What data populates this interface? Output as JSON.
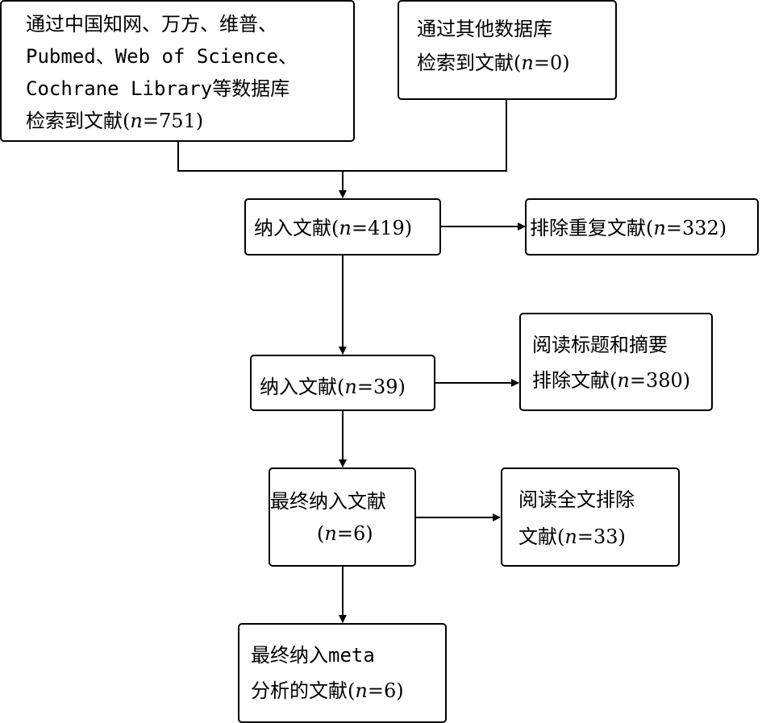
{
  "boxes": {
    "search_db": {
      "line1": "通过中国知网、万方、维普、",
      "line2": "Pubmed、Web of Science、",
      "line3": "Cochrane Library等数据库",
      "line4_prefix": "检索到文献(",
      "n_var": "n",
      "line4_suffix": "=751)"
    },
    "other_db": {
      "line1": "通过其他数据库",
      "line2_prefix": "检索到文献(",
      "n_var": "n",
      "line2_suffix": "=0)"
    },
    "included_1": {
      "prefix": "纳入文献(",
      "n_var": "n",
      "suffix": "=419)"
    },
    "excluded_dup": {
      "prefix": "排除重复文献(",
      "n_var": "n",
      "suffix": "=332)"
    },
    "included_2": {
      "prefix": "纳入文献(",
      "n_var": "n",
      "suffix": "=39)"
    },
    "excluded_title": {
      "line1": "阅读标题和摘要",
      "line2_prefix": "排除文献(",
      "n_var": "n",
      "line2_suffix": "=380)"
    },
    "final_included": {
      "line1": "最终纳入文献",
      "line2_prefix": "(",
      "n_var": "n",
      "line2_suffix": "=6)"
    },
    "excluded_fulltext": {
      "line1": "阅读全文排除",
      "line2_prefix": "文献(",
      "n_var": "n",
      "line2_suffix": "=33)"
    },
    "meta_included": {
      "line1_prefix": "最终纳入",
      "line1_meta": "meta",
      "line2_prefix": "分析的文献(",
      "n_var": "n",
      "line2_suffix": "=6)"
    }
  }
}
